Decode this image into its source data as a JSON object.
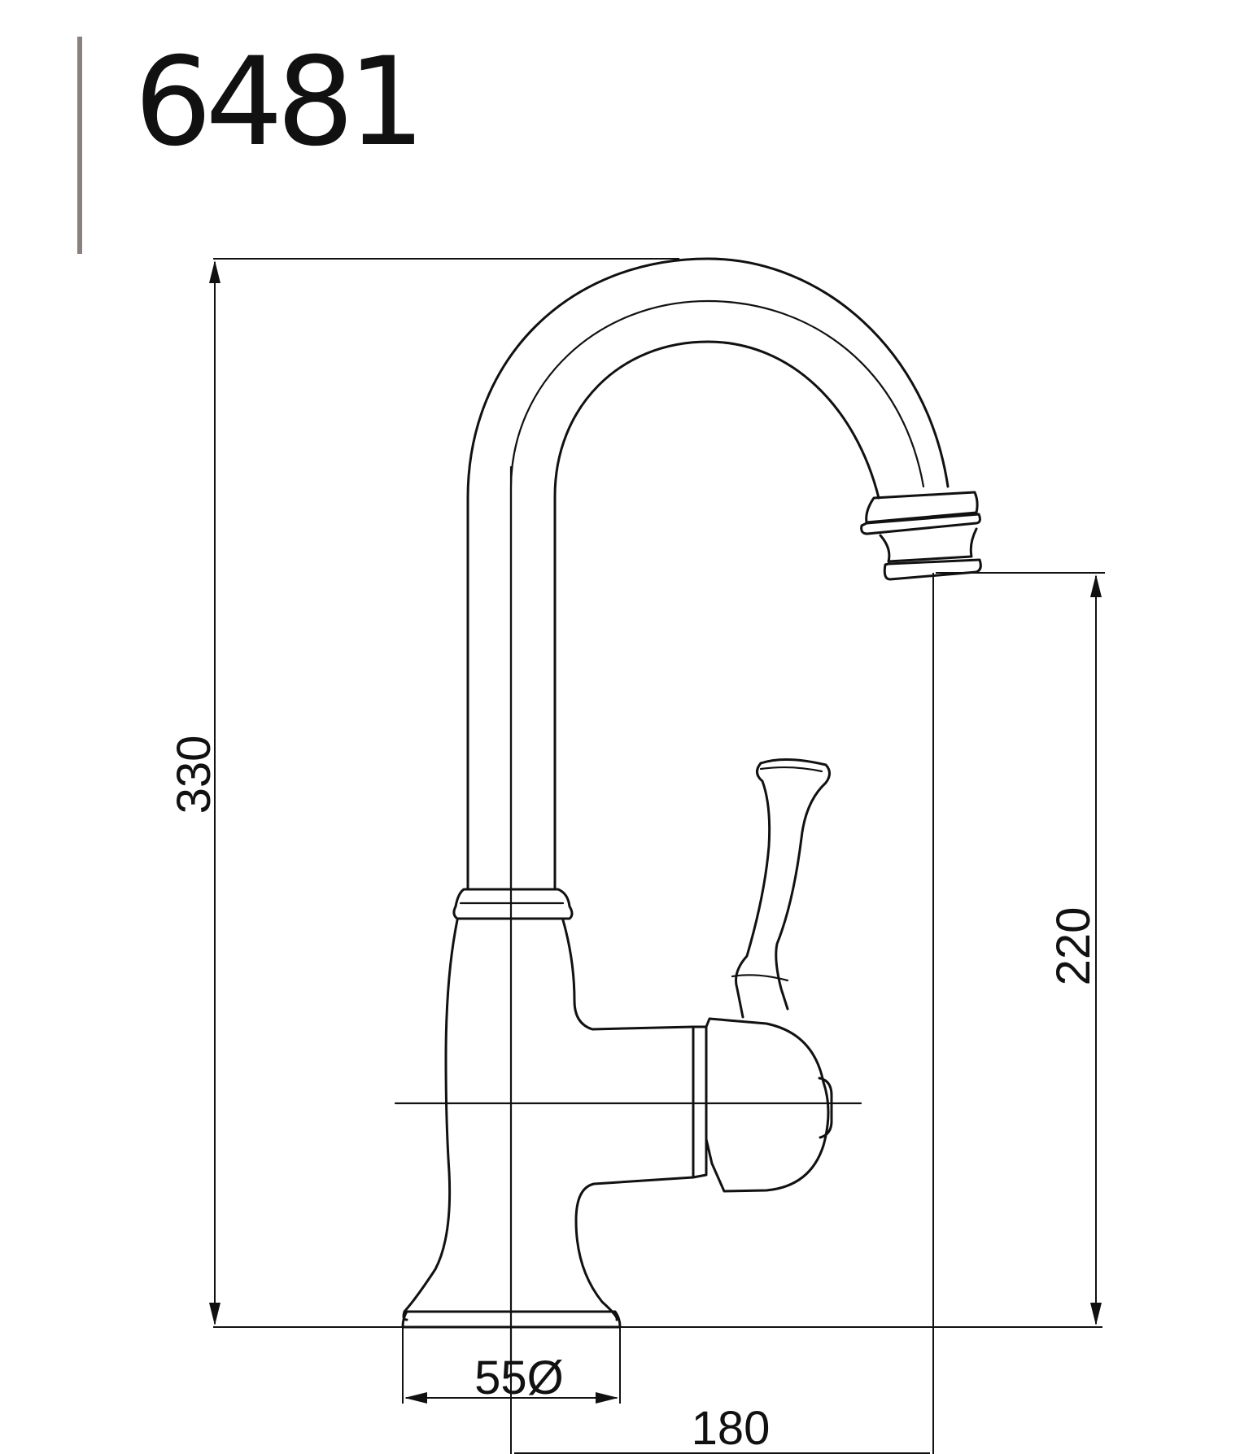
{
  "model_number": "6481",
  "dimensions": {
    "overall_height": "330",
    "spout_height": "220",
    "base_diameter": "55Ø",
    "spout_reach": "180"
  },
  "colors": {
    "line": "#111111",
    "accent_bar": "#8a807d",
    "background": "#ffffff"
  }
}
